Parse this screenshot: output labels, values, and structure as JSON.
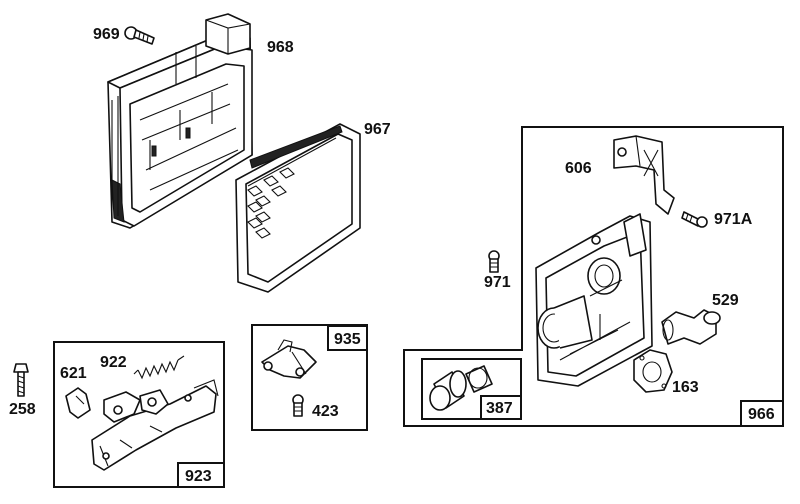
{
  "parts": {
    "p969": "969",
    "p968": "968",
    "p967": "967",
    "p606": "606",
    "p971A": "971A",
    "p971": "971",
    "p529": "529",
    "p163": "163",
    "p966": "966",
    "p387": "387",
    "p935": "935",
    "p423": "423",
    "p922": "922",
    "p621": "621",
    "p258": "258",
    "p923": "923"
  }
}
